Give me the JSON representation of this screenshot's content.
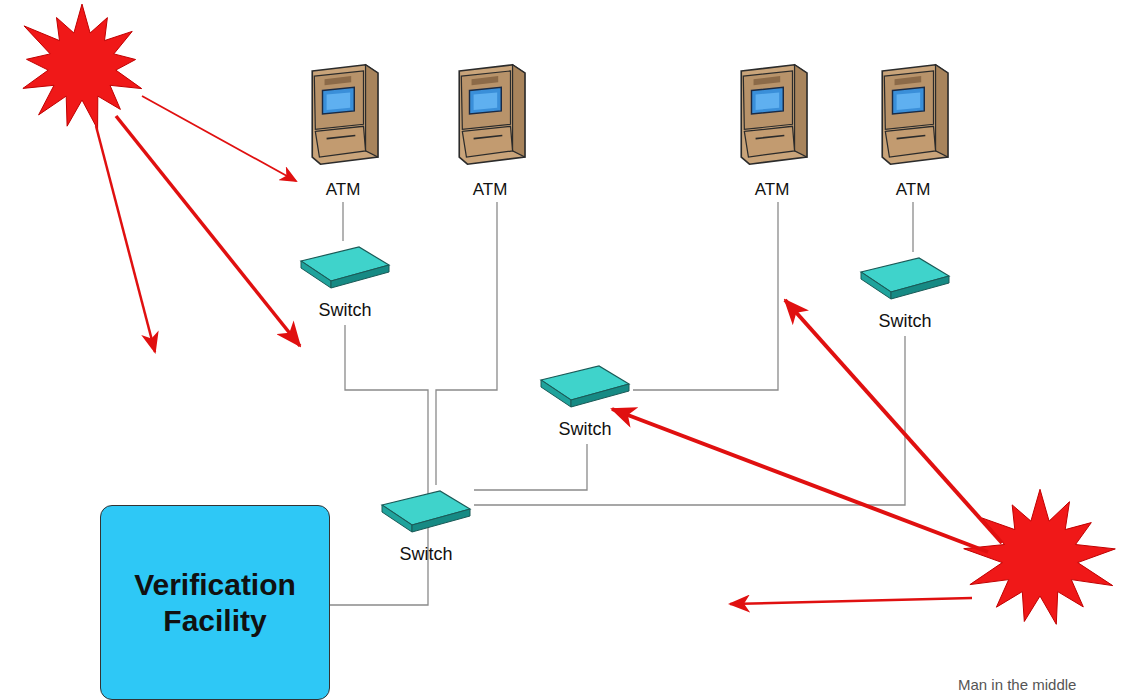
{
  "diagram": {
    "nodes": [
      {
        "text": [
          "ATM"
        ]
      },
      {
        "text": [
          "ATM"
        ]
      },
      {
        "text": [
          "ATM"
        ]
      },
      {
        "text": [
          "ATM"
        ]
      },
      {
        "text": [
          "Switch"
        ]
      },
      {
        "text": [
          "Switch"
        ]
      },
      {
        "text": [
          "Switch"
        ]
      },
      {
        "text": [
          "Switch"
        ]
      },
      {
        "text": [
          "Verification Facility"
        ]
      }
    ],
    "edges": [
      {
        "from": 0,
        "to": 4,
        "arrow": "none"
      },
      {
        "from": 4,
        "to": 7,
        "arrow": "none"
      },
      {
        "from": 1,
        "to": 7,
        "arrow": "none"
      },
      {
        "from": 2,
        "to": 6,
        "arrow": "none"
      },
      {
        "from": 6,
        "to": 7,
        "arrow": "none"
      },
      {
        "from": 5,
        "to": 7,
        "arrow": "none"
      },
      {
        "from": 7,
        "to": 8,
        "arrow": "none"
      },
      {
        "from": 3,
        "to": 5,
        "arrow": "none"
      }
    ],
    "labels": [
      "Man in the middle"
    ]
  }
}
